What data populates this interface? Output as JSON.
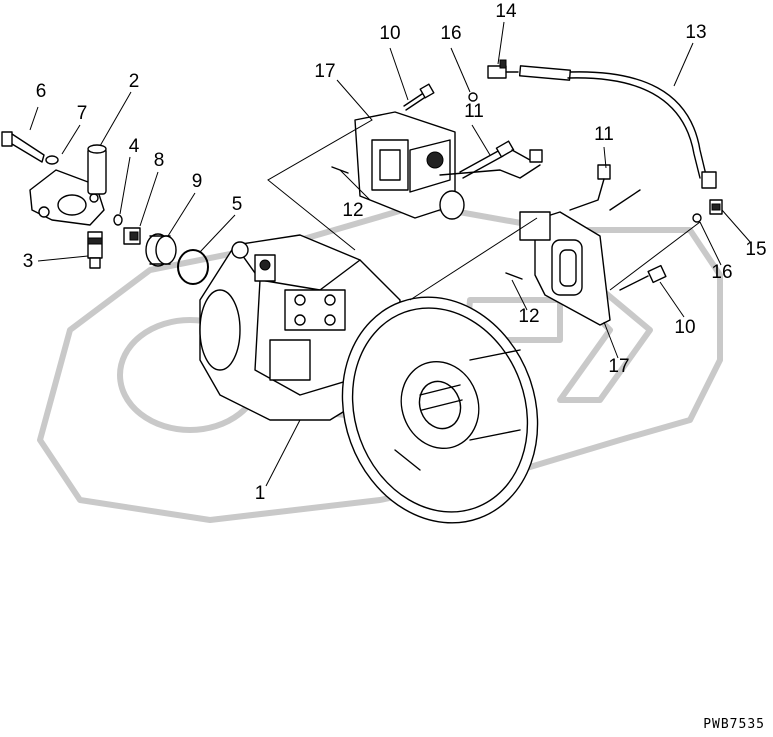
{
  "drawing_code": "PWB7535",
  "callouts": [
    "1",
    "2",
    "3",
    "4",
    "5",
    "6",
    "7",
    "8",
    "9",
    "10",
    "10",
    "11",
    "11",
    "12",
    "12",
    "13",
    "14",
    "15",
    "16",
    "16",
    "17",
    "17"
  ],
  "watermark": {
    "color": "#c9c9c9"
  }
}
